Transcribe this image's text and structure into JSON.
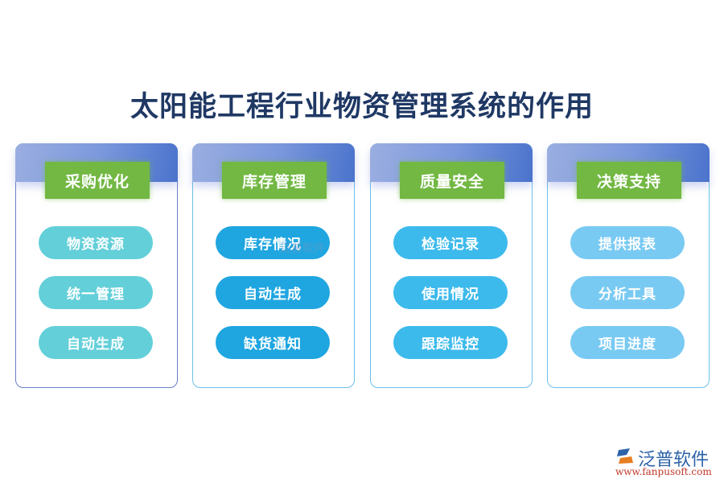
{
  "title": "太阳能工程行业物资管理系统的作用",
  "cards": [
    {
      "label": "采购优化",
      "items": [
        "物资资源",
        "统一管理",
        "自动生成"
      ]
    },
    {
      "label": "库存管理",
      "items": [
        "库存情况",
        "自动生成",
        "缺货通知"
      ]
    },
    {
      "label": "质量安全",
      "items": [
        "检验记录",
        "使用情况",
        "跟踪监控"
      ]
    },
    {
      "label": "决策支持",
      "items": [
        "提供报表",
        "分析工具",
        "项目进度"
      ]
    }
  ],
  "watermark": "泛普软件",
  "logo": {
    "name": "泛普软件",
    "url": "www.fanpusoft.com"
  },
  "colors": {
    "title": "#1f3864",
    "label_bg": "#72b843",
    "pill_col1": "#63cfd9",
    "pill_col2": "#1fa6e0",
    "pill_col3": "#3dbaec",
    "pill_col4": "#79caf2"
  }
}
